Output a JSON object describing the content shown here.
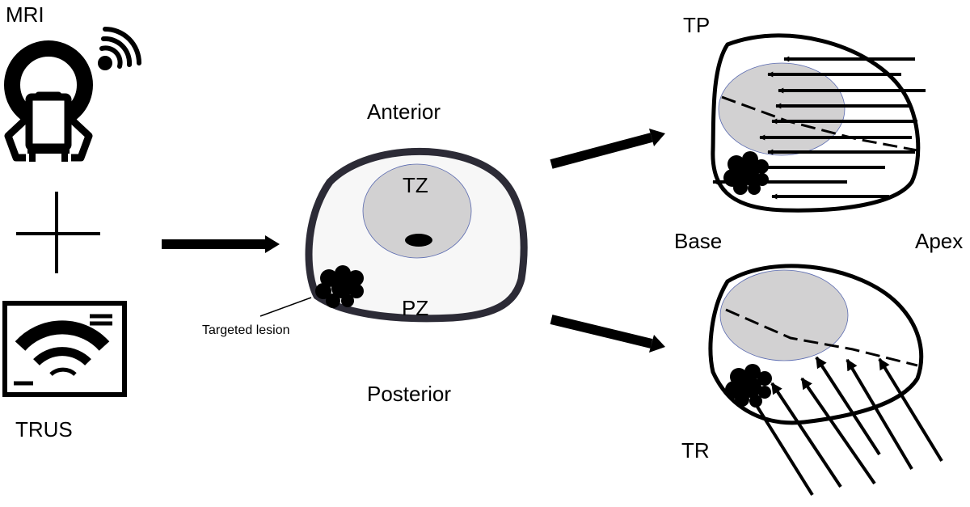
{
  "labels": {
    "mri": "MRI",
    "trus": "TRUS",
    "anterior": "Anterior",
    "posterior": "Posterior",
    "tz": "TZ",
    "pz": "PZ",
    "targeted_lesion": "Targeted lesion",
    "tp": "TP",
    "tr": "TR",
    "base": "Base",
    "apex": "Apex"
  },
  "icons": {
    "mri": "mri-scanner-icon",
    "trus": "ultrasound-monitor-icon",
    "plus": "plus-icon",
    "lesion": "lesion-blob-icon"
  },
  "colors": {
    "ink": "#000000",
    "prostate_outline": "#2c2b36",
    "prostate_fill": "#f7f7f7",
    "transition_zone_fill": "#d2d1d2",
    "zone_edge": "#5a6ab0"
  }
}
